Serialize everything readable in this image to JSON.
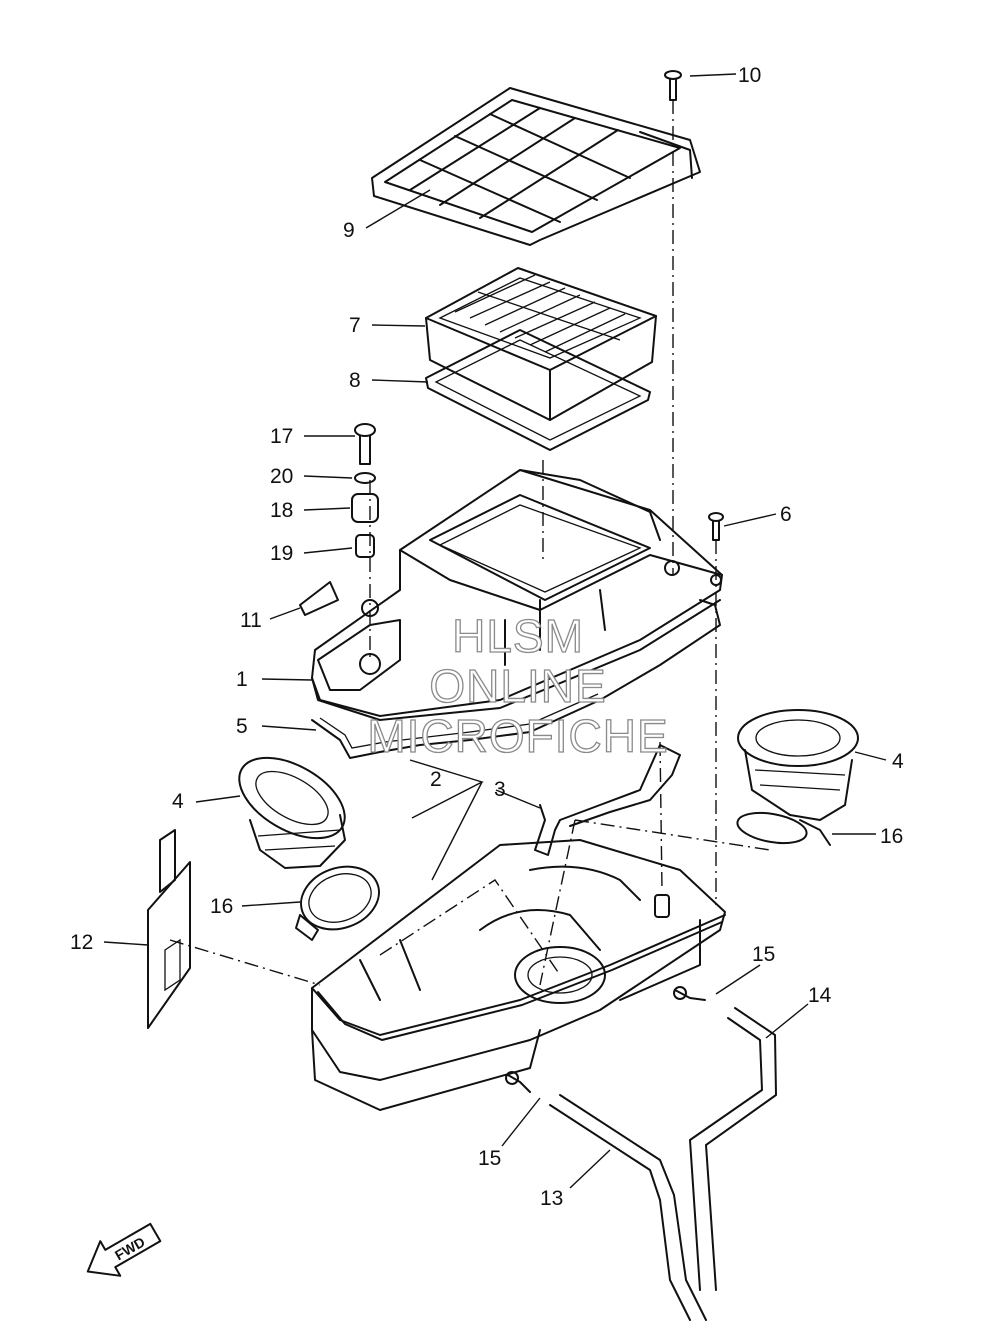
{
  "callouts": [
    {
      "id": "c1",
      "text": "1"
    },
    {
      "id": "c2",
      "text": "2"
    },
    {
      "id": "c3",
      "text": "3"
    },
    {
      "id": "c4a",
      "text": "4"
    },
    {
      "id": "c4b",
      "text": "4"
    },
    {
      "id": "c5",
      "text": "5"
    },
    {
      "id": "c6",
      "text": "6"
    },
    {
      "id": "c7",
      "text": "7"
    },
    {
      "id": "c8",
      "text": "8"
    },
    {
      "id": "c9",
      "text": "9"
    },
    {
      "id": "c10",
      "text": "10"
    },
    {
      "id": "c11",
      "text": "11"
    },
    {
      "id": "c12",
      "text": "12"
    },
    {
      "id": "c13",
      "text": "13"
    },
    {
      "id": "c14",
      "text": "14"
    },
    {
      "id": "c15a",
      "text": "15"
    },
    {
      "id": "c15b",
      "text": "15"
    },
    {
      "id": "c16a",
      "text": "16"
    },
    {
      "id": "c16b",
      "text": "16"
    },
    {
      "id": "c17",
      "text": "17"
    },
    {
      "id": "c18",
      "text": "18"
    },
    {
      "id": "c19",
      "text": "19"
    },
    {
      "id": "c20",
      "text": "20"
    }
  ],
  "watermark": {
    "line1": "HLSM",
    "line2": "ONLINE",
    "line3": "MICROFICHE"
  },
  "direction_arrow": {
    "label": "FWD"
  }
}
